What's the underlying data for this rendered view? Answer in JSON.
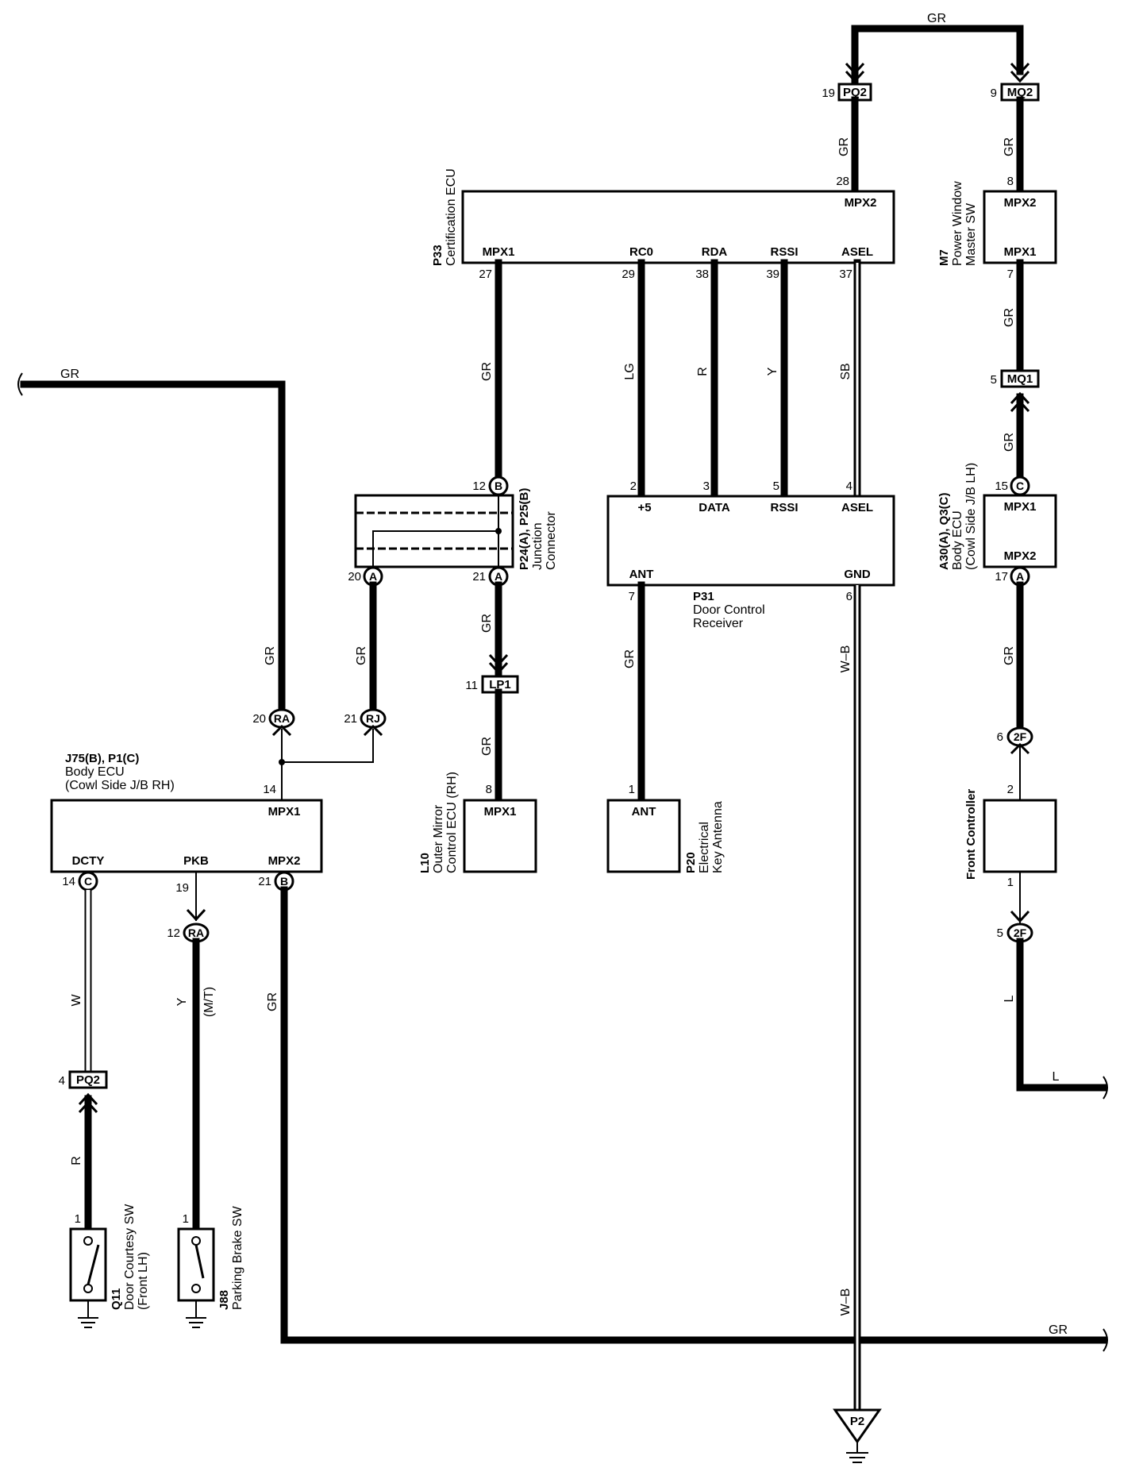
{
  "wire_colors": {
    "gr": "GR",
    "lg": "LG",
    "r": "R",
    "y": "Y",
    "sb": "SB",
    "wb": "W–B",
    "w": "W",
    "l": "L",
    "mt": "(M/T)"
  },
  "components": {
    "p33": {
      "code": "P33",
      "name": "Certification ECU",
      "pins": {
        "mpx2": "MPX2",
        "mpx1": "MPX1",
        "rc0": "RC0",
        "rda": "RDA",
        "rssi": "RSSI",
        "asel": "ASEL"
      },
      "nums": {
        "mpx2": "28",
        "mpx1": "27",
        "rc0": "29",
        "rda": "38",
        "rssi": "39",
        "asel": "37"
      }
    },
    "m7": {
      "code": "M7",
      "name1": "Power Window",
      "name2": "Master SW",
      "pins": {
        "mpx2": "MPX2",
        "mpx1": "MPX1"
      },
      "nums": {
        "mpx2": "8",
        "mpx1": "7"
      }
    },
    "p31": {
      "code": "P31",
      "name1": "Door Control",
      "name2": "Receiver",
      "pins": {
        "p5": "+5",
        "data": "DATA",
        "rssi": "RSSI",
        "asel": "ASEL",
        "ant": "ANT",
        "gnd": "GND"
      },
      "nums": {
        "p5": "2",
        "data": "3",
        "rssi": "5",
        "asel": "4",
        "ant": "7",
        "gnd": "6"
      }
    },
    "a30": {
      "code": "A30(A), Q3(C)",
      "name1": "Body ECU",
      "name2": "(Cowl Side J/B LH)",
      "pins": {
        "mpx1": "MPX1",
        "mpx2": "MPX2"
      },
      "nums": {
        "mpx1": "15",
        "mpx2": "17"
      }
    },
    "p24": {
      "code": "P24(A), P25(B)",
      "name1": "Junction",
      "name2": "Connector",
      "nums": {
        "b": "12",
        "a20": "20",
        "a21": "21"
      }
    },
    "j75": {
      "code": "J75(B), P1(C)",
      "name1": "Body ECU",
      "name2": "(Cowl Side J/B RH)",
      "pins": {
        "mpx1": "MPX1",
        "dcty": "DCTY",
        "pkb": "PKB",
        "mpx2": "MPX2"
      },
      "nums": {
        "mpx1": "14",
        "dcty": "14",
        "pkb": "19",
        "mpx2": "21"
      }
    },
    "l10": {
      "code": "L10",
      "name1": "Outer Mirror",
      "name2": "Control ECU (RH)",
      "pins": {
        "mpx1": "MPX1"
      },
      "nums": {
        "mpx1": "8"
      }
    },
    "p20": {
      "code": "P20",
      "name1": "Electrical",
      "name2": "Key Antenna",
      "pins": {
        "ant": "ANT"
      },
      "nums": {
        "ant": "1"
      }
    },
    "front": {
      "name": "Front Controller",
      "nums": {
        "top": "2",
        "bottom": "1"
      }
    },
    "q11": {
      "code": "Q11",
      "name1": "Door Courtesy SW",
      "name2": "(Front LH)",
      "num": "1"
    },
    "j88": {
      "code": "J88",
      "name1": "Parking Brake SW",
      "num": "1"
    }
  },
  "connectors": {
    "pq2_top": {
      "id": "PQ2",
      "pin": "19"
    },
    "mq2": {
      "id": "MQ2",
      "pin": "9"
    },
    "mq1": {
      "id": "MQ1",
      "pin": "5"
    },
    "lp1": {
      "id": "LP1",
      "pin": "11"
    },
    "pq2_left": {
      "id": "PQ2",
      "pin": "4"
    },
    "ra_top": {
      "id": "RA",
      "pin": "20"
    },
    "rj": {
      "id": "RJ",
      "pin": "21"
    },
    "ra_bot": {
      "id": "RA",
      "pin": "12"
    },
    "f2_top": {
      "id": "2F",
      "pin": "6"
    },
    "f2_bot": {
      "id": "2F",
      "pin": "5"
    },
    "c_a30": {
      "id": "C"
    },
    "a_a30": {
      "id": "A"
    },
    "b_p24": {
      "id": "B"
    },
    "a20_p24": {
      "id": "A"
    },
    "a21_p24": {
      "id": "A"
    },
    "c_j75": {
      "id": "C"
    },
    "b_j75": {
      "id": "B"
    }
  },
  "ground_point": "P2"
}
